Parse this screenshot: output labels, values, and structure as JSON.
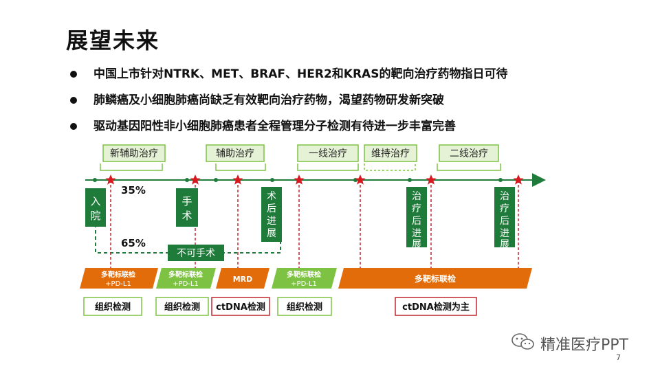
{
  "title": "展望未来",
  "bullets": [
    "中国上市针对NTRK、MET、BRAF、HER2和KRAS的靶向治疗药物指日可待",
    "肺鳞癌及小细胞肺癌尚缺乏有效靶向治疗药物，渴望药物研发新突破",
    "驱动基因阳性非小细胞肺癌患者全程管理分子检测有待进一步丰富完善"
  ],
  "diagram": {
    "phases": [
      "新辅助治疗",
      "辅助治疗",
      "一线治疗",
      "维持治疗",
      "二线治疗"
    ],
    "events": {
      "admission": "入院",
      "surgery": "手术",
      "post_op_progression": "术后进展",
      "progression_1": "治疗后进展",
      "progression_2": "治疗后进展",
      "inoperable": "不可手术"
    },
    "percent_operable": "35%",
    "percent_inoperable": "65%",
    "tests": [
      "多靶标联检\n+PD-L1",
      "多靶标联检\n+PD-L1",
      "MRD",
      "多靶标联检\n+PD-L1",
      "多靶标联检"
    ],
    "sample_types": [
      "组织检测",
      "组织检测",
      "ctDNA检测",
      "组织检测",
      "ctDNA检测为主"
    ],
    "colors": {
      "green_dark": "#1e7b3a",
      "green_light": "#7dc242",
      "orange": "#e36c0a",
      "red": "#c0262d",
      "star": "#d7181f"
    }
  },
  "watermark": "精准医疗PPT",
  "page_number": "7"
}
